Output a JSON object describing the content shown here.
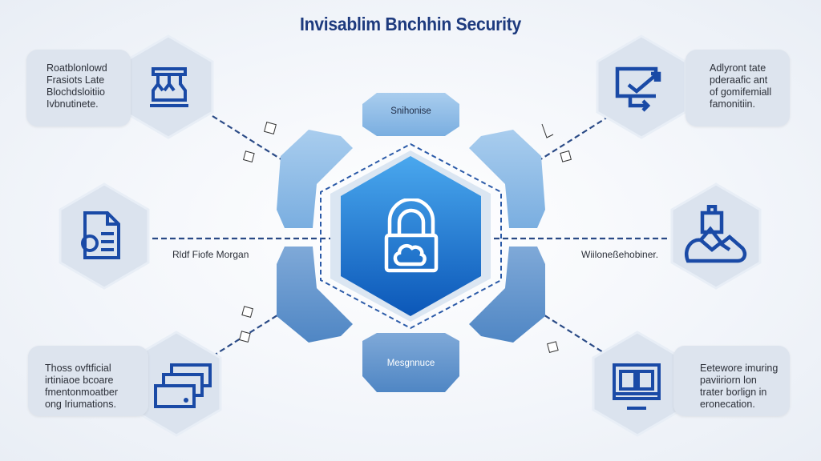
{
  "title": "Invisablim Bnchhin Security",
  "nodes": {
    "top_left": {
      "lines": [
        "Roatblonlowd",
        "Frasiots Late",
        "Blochdsloitiio",
        "Ivbnutinete."
      ],
      "icon": "pillars-icon"
    },
    "top_right": {
      "lines": [
        "Adlyront tate",
        "pderaafic ant",
        "of gomifemiall",
        "famonitiin."
      ],
      "icon": "monitor-check-icon"
    },
    "mid_left": {
      "label": "Rldf Fiofe Morgan",
      "icon": "document-certificate-icon"
    },
    "mid_right": {
      "label": "Wiiloneßehobiner.",
      "icon": "bag-mountain-icon"
    },
    "bottom_left": {
      "lines": [
        "Thoss ovftficial",
        "irtiniaoe bcoare",
        "fmentonmoatber",
        "ong Iriumations."
      ],
      "icon": "cards-stack-icon"
    },
    "bottom_right": {
      "lines": [
        "Eetewore imuring",
        "paviiriorn lon",
        "trater borlign in",
        "eronecation."
      ],
      "icon": "dashboard-screen-icon"
    }
  },
  "center": {
    "icon": "padlock-cloud-icon",
    "top_segment": "Snihonise",
    "bottom_segment": "Mesgnnuce"
  },
  "colors": {
    "title": "#1d3a7e",
    "icon": "#1a4aa6",
    "center": "#1e6fd0"
  }
}
